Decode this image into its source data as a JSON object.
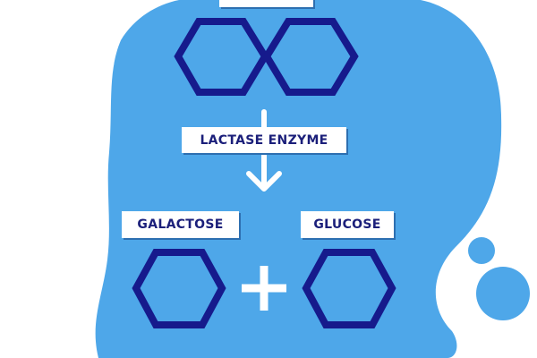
{
  "labels": {
    "top": "",
    "enzyme": "LACTASE ENZYME",
    "product_left": "GALACTOSE",
    "product_right": "GLUCOSE"
  },
  "colors": {
    "blob": "#4ea7e9",
    "hexagon": "#161a8c",
    "arrow": "#ffffff",
    "background": "#ffffff"
  }
}
